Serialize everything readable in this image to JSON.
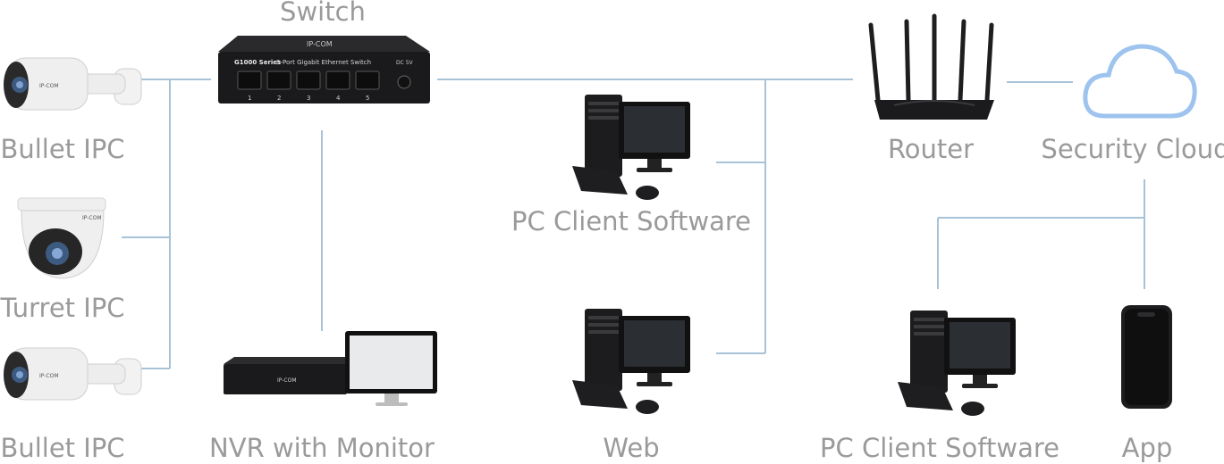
{
  "colors": {
    "line": "#a9c3d6",
    "label": "#9a9a9a",
    "device_dark": "#1b1b1d",
    "camera_white": "#eeeeee",
    "cloud_stroke": "#9dc3ee"
  },
  "labels": {
    "switch": "Switch",
    "bullet_ipc_top": "Bullet IPC",
    "turret_ipc": "Turret IPC",
    "bullet_ipc_bottom": "Bullet IPC",
    "nvr_with_monitor": "NVR with Monitor",
    "pc_client_software_mid": "PC Client Software",
    "web": "Web",
    "router": "Router",
    "security_cloud": "Security Cloud",
    "pc_client_software_right": "PC Client Software",
    "app": "App"
  },
  "switch_device": {
    "brand": "IP-COM",
    "series": "G1000 Series",
    "model_text": "5-Port Gigabit Ethernet Switch",
    "power_text": "DC 5V",
    "ports": [
      "1",
      "2",
      "3",
      "4",
      "5"
    ]
  },
  "camera_brand": "IP-COM",
  "nvr_brand": "IP-COM",
  "icons": [
    "bullet-camera-icon",
    "turret-camera-icon",
    "switch-icon",
    "nvr-icon",
    "monitor-icon",
    "desktop-pc-icon",
    "router-icon",
    "cloud-icon",
    "smartphone-icon"
  ]
}
